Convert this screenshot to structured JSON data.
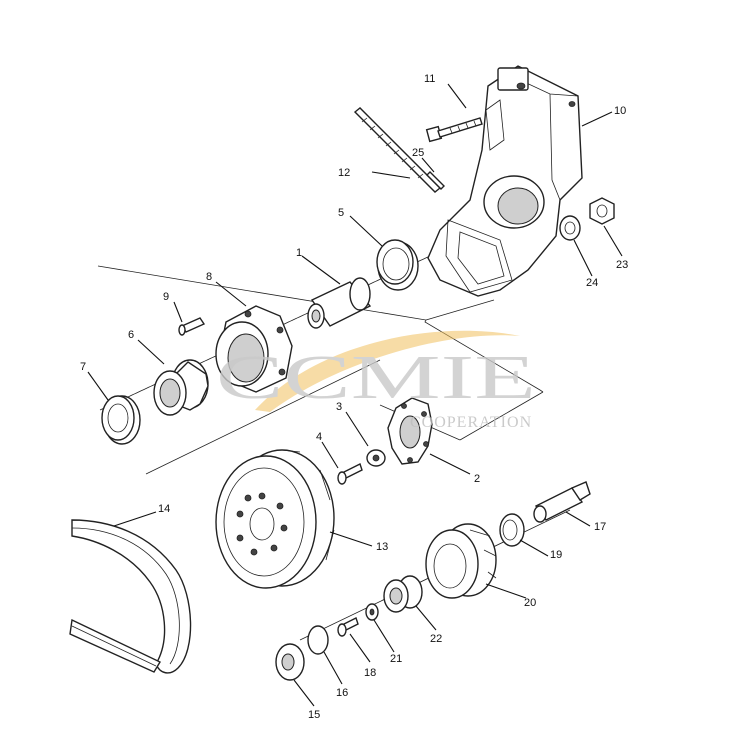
{
  "watermark": {
    "brand": "CCMIE",
    "subtitle": "COOPERATION",
    "accent_color": "#f0c060",
    "text_color": "#c9c9c9"
  },
  "callouts": [
    {
      "id": "p1",
      "label": "1"
    },
    {
      "id": "p2",
      "label": "2"
    },
    {
      "id": "p3",
      "label": "3"
    },
    {
      "id": "p4",
      "label": "4"
    },
    {
      "id": "p5",
      "label": "5"
    },
    {
      "id": "p6",
      "label": "6"
    },
    {
      "id": "p7",
      "label": "7"
    },
    {
      "id": "p8",
      "label": "8"
    },
    {
      "id": "p9",
      "label": "9"
    },
    {
      "id": "p10",
      "label": "10"
    },
    {
      "id": "p11",
      "label": "11"
    },
    {
      "id": "p12",
      "label": "12"
    },
    {
      "id": "p13",
      "label": "13"
    },
    {
      "id": "p14",
      "label": "14"
    },
    {
      "id": "p15",
      "label": "15"
    },
    {
      "id": "p16",
      "label": "16"
    },
    {
      "id": "p17",
      "label": "17"
    },
    {
      "id": "p18",
      "label": "18"
    },
    {
      "id": "p19",
      "label": "19"
    },
    {
      "id": "p20",
      "label": "20"
    },
    {
      "id": "p21",
      "label": "21"
    },
    {
      "id": "p22",
      "label": "22"
    },
    {
      "id": "p23",
      "label": "23"
    },
    {
      "id": "p24",
      "label": "24"
    },
    {
      "id": "p25",
      "label": "25"
    }
  ]
}
